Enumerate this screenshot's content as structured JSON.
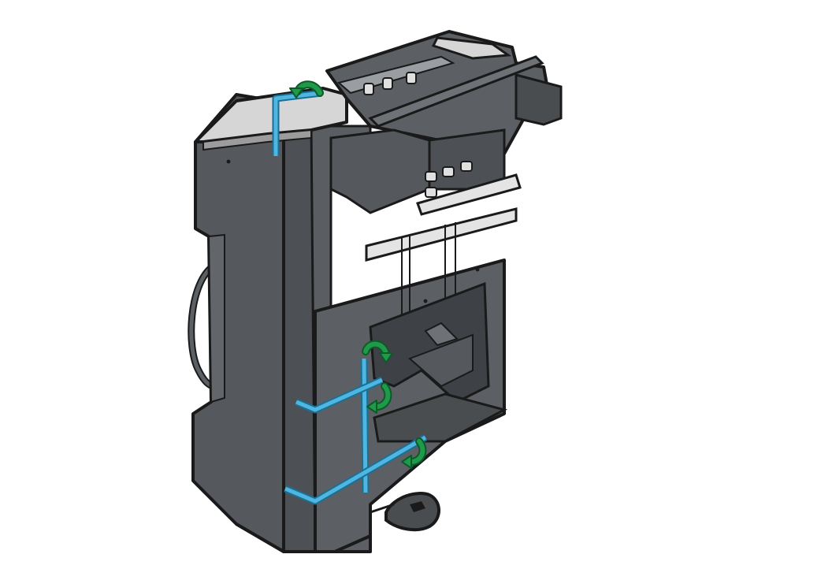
{
  "figure": {
    "subject": "finisher-unit",
    "colors": {
      "body_dark": "#4a4d50",
      "body_mid": "#5c6064",
      "body_light": "#6e7276",
      "panel_light": "#8a8e92",
      "top_cover": "#d8d8d8",
      "outline": "#1a1a1a",
      "tape": "#4fb6e0",
      "tape_edge": "#1a6f96",
      "arrow": "#1f9a4a",
      "arrow_edge": "#0d5a28"
    },
    "tapes": [
      {
        "id": "tape-top-left"
      },
      {
        "id": "tape-vertical-front"
      },
      {
        "id": "tape-horizontal-upper"
      },
      {
        "id": "tape-horizontal-lower"
      }
    ],
    "arrows": [
      {
        "id": "arrow-top"
      },
      {
        "id": "arrow-middle-1"
      },
      {
        "id": "arrow-middle-2"
      },
      {
        "id": "arrow-lower"
      }
    ]
  }
}
